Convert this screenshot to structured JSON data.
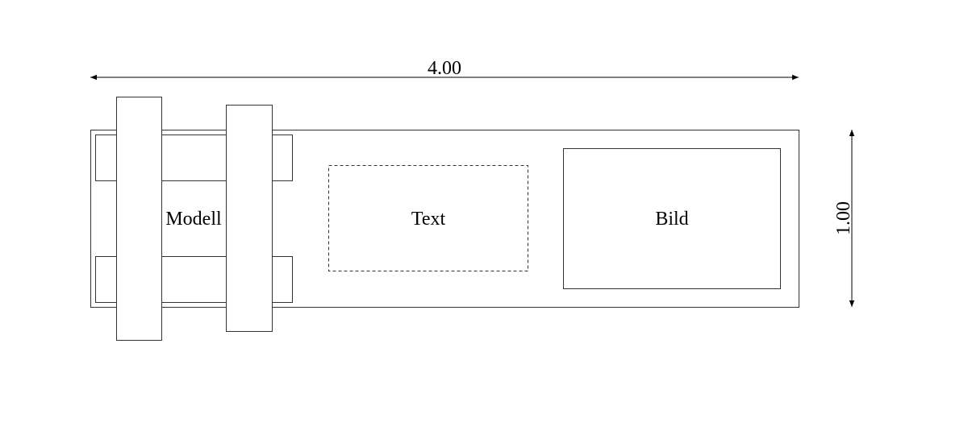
{
  "dimensions": {
    "width_label": "4.00",
    "height_label": "1.00"
  },
  "blocks": {
    "model_label": "Modell",
    "text_label": "Text",
    "image_label": "Bild"
  }
}
